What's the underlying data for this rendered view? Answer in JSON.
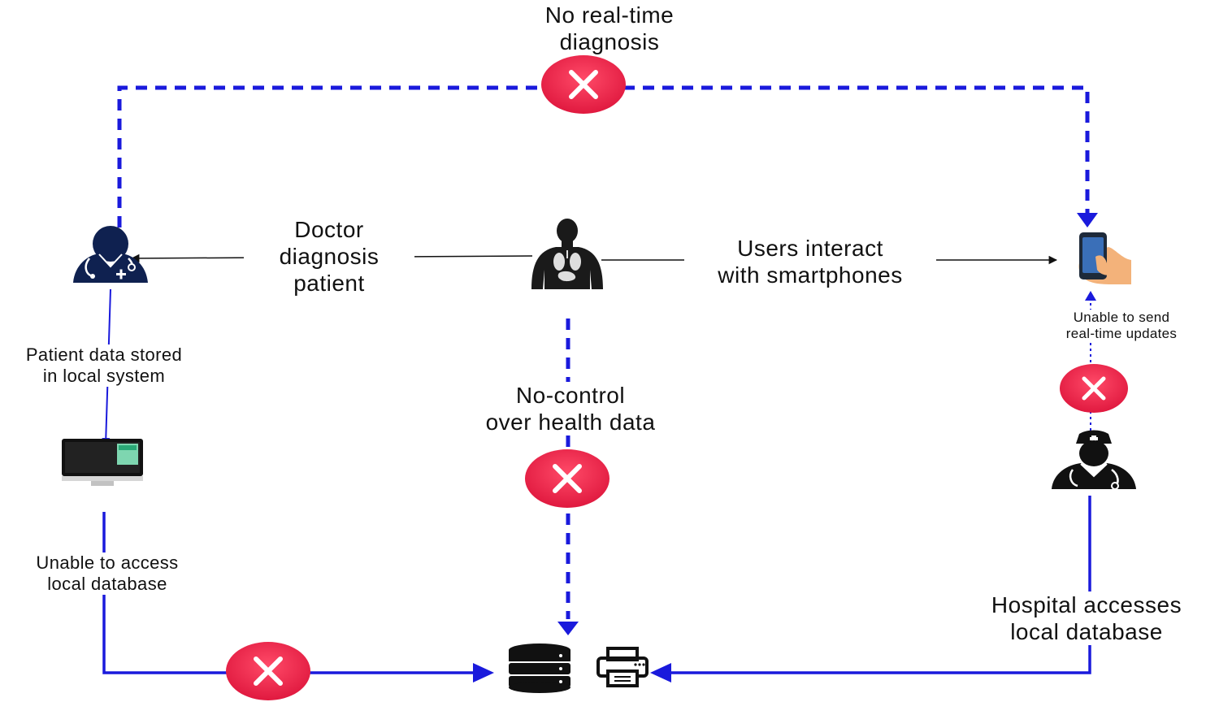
{
  "labels": {
    "no_realtime": [
      "No real-time",
      "diagnosis"
    ],
    "doctor_diagnosis": [
      "Doctor",
      "diagnosis",
      "patient"
    ],
    "users_interact": [
      "Users interact",
      "with smartphones"
    ],
    "patient_data": [
      "Patient data stored",
      "in local system"
    ],
    "no_control": [
      "No-control",
      "over health data"
    ],
    "unable_send": [
      "Unable to send",
      "real-time updates"
    ],
    "unable_access": [
      "Unable to access",
      "local database"
    ],
    "hospital_access": [
      "Hospital accesses",
      "local database"
    ]
  },
  "nodes": {
    "doctor": "doctor-icon",
    "patient": "human-body-icon",
    "smartphone": "smartphone-hand-icon",
    "computer": "computer-monitor-icon",
    "nurse": "nurse-icon",
    "database": "database-icon",
    "printer": "printer-icon"
  },
  "colors": {
    "flow_blue": "#1a1adc",
    "blocked_red": "#ee3154",
    "icon_navy": "#0f2150",
    "text": "#111111"
  }
}
